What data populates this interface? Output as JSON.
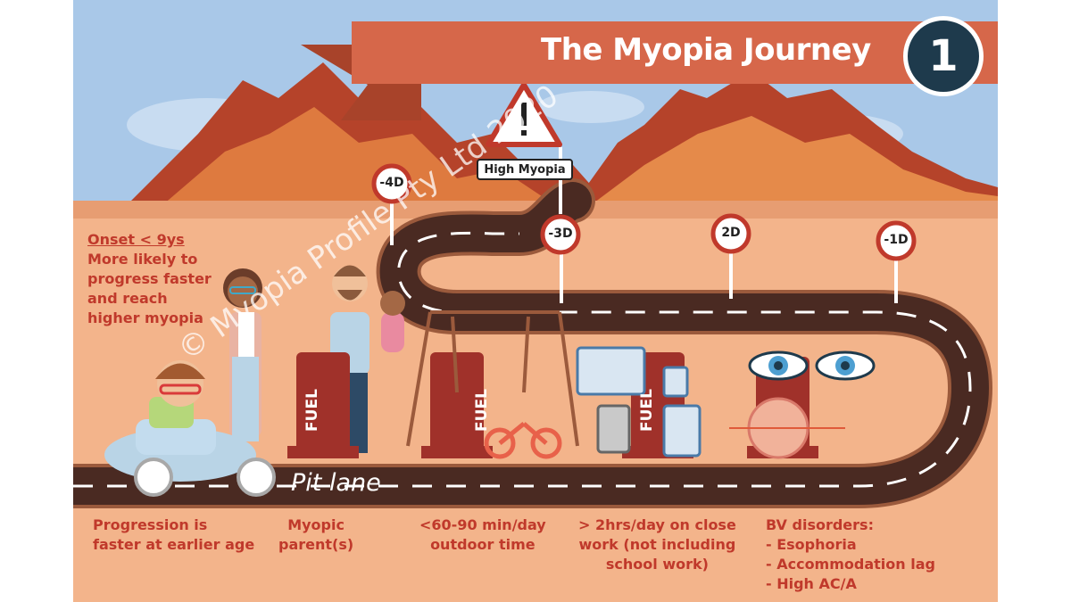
{
  "title": "The Myopia Journey",
  "badge_number": "1",
  "signs": {
    "minus4": "-4D",
    "minus3": "-3D",
    "minus2": "2D",
    "minus1": "-1D"
  },
  "warning_label": "High Myopia",
  "pit_lane": "Pit lane",
  "fuel_label": "FUEL",
  "onset": {
    "heading": "Onset < 9ys",
    "line1": "More likely to",
    "line2": "progress faster",
    "line3": "and reach",
    "line4": "higher myopia"
  },
  "factors": [
    {
      "line1": "Progression is",
      "line2": "faster at earlier age"
    },
    {
      "line1": "Myopic",
      "line2": "parent(s)"
    },
    {
      "line1": "<60-90 min/day",
      "line2": "outdoor time"
    },
    {
      "line1": "> 2hrs/day on close",
      "line2": "work (not including",
      "line3": "school  work)"
    },
    {
      "line1": "BV disorders:",
      "line2": "- Esophoria",
      "line3": "- Accommodation lag",
      "line4": "- High AC/A"
    }
  ],
  "watermark": "© Myopia Profile Pty Ltd 2020",
  "colors": {
    "sky": "#a9c8e8",
    "ground": "#f3b48b",
    "road": "#4a2a22",
    "banner": "#d6674a",
    "accent_text": "#c0392b",
    "badge": "#1e3a4c"
  }
}
